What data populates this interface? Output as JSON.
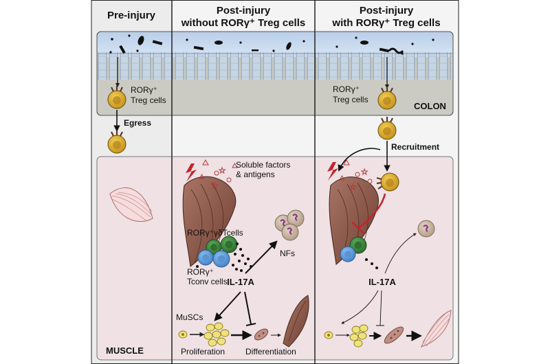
{
  "panels": {
    "pre": {
      "title": "Pre-injury"
    },
    "without": {
      "title_line1": "Post-injury",
      "title_line2": "without RORγ⁺ Treg cells"
    },
    "with": {
      "title_line1": "Post-injury",
      "title_line2": "with RORγ⁺ Treg cells"
    }
  },
  "labels": {
    "treg_line1": "RORγ⁺",
    "treg_line2": "Treg cells",
    "colon": "COLON",
    "muscle": "MUSCLE",
    "egress": "Egress",
    "recruitment": "Recruitment",
    "soluble_line1": "Soluble factors",
    "soluble_line2": "& antigens",
    "gd_tcells": "RORγ⁺γδTcells",
    "tconv_line1": "RORγ⁺",
    "tconv_line2": "Tconv cells",
    "il17a": "IL-17A",
    "nfs": "NFs",
    "muscs": "MuSCs",
    "proliferation": "Proliferation",
    "differentiation": "Differentiation"
  },
  "colors": {
    "lumen": "#c9d9ee",
    "epithelium": "#c3d2e2",
    "tissue": "#ccccc6",
    "muscle_bg": "#efe1e4",
    "treg": "#d4a628",
    "green_cell": "#3f8a3f",
    "blue_cell": "#5e9bdc",
    "muscle_fiber": "#8b5a4c",
    "inhibit_red": "#c3232b"
  }
}
